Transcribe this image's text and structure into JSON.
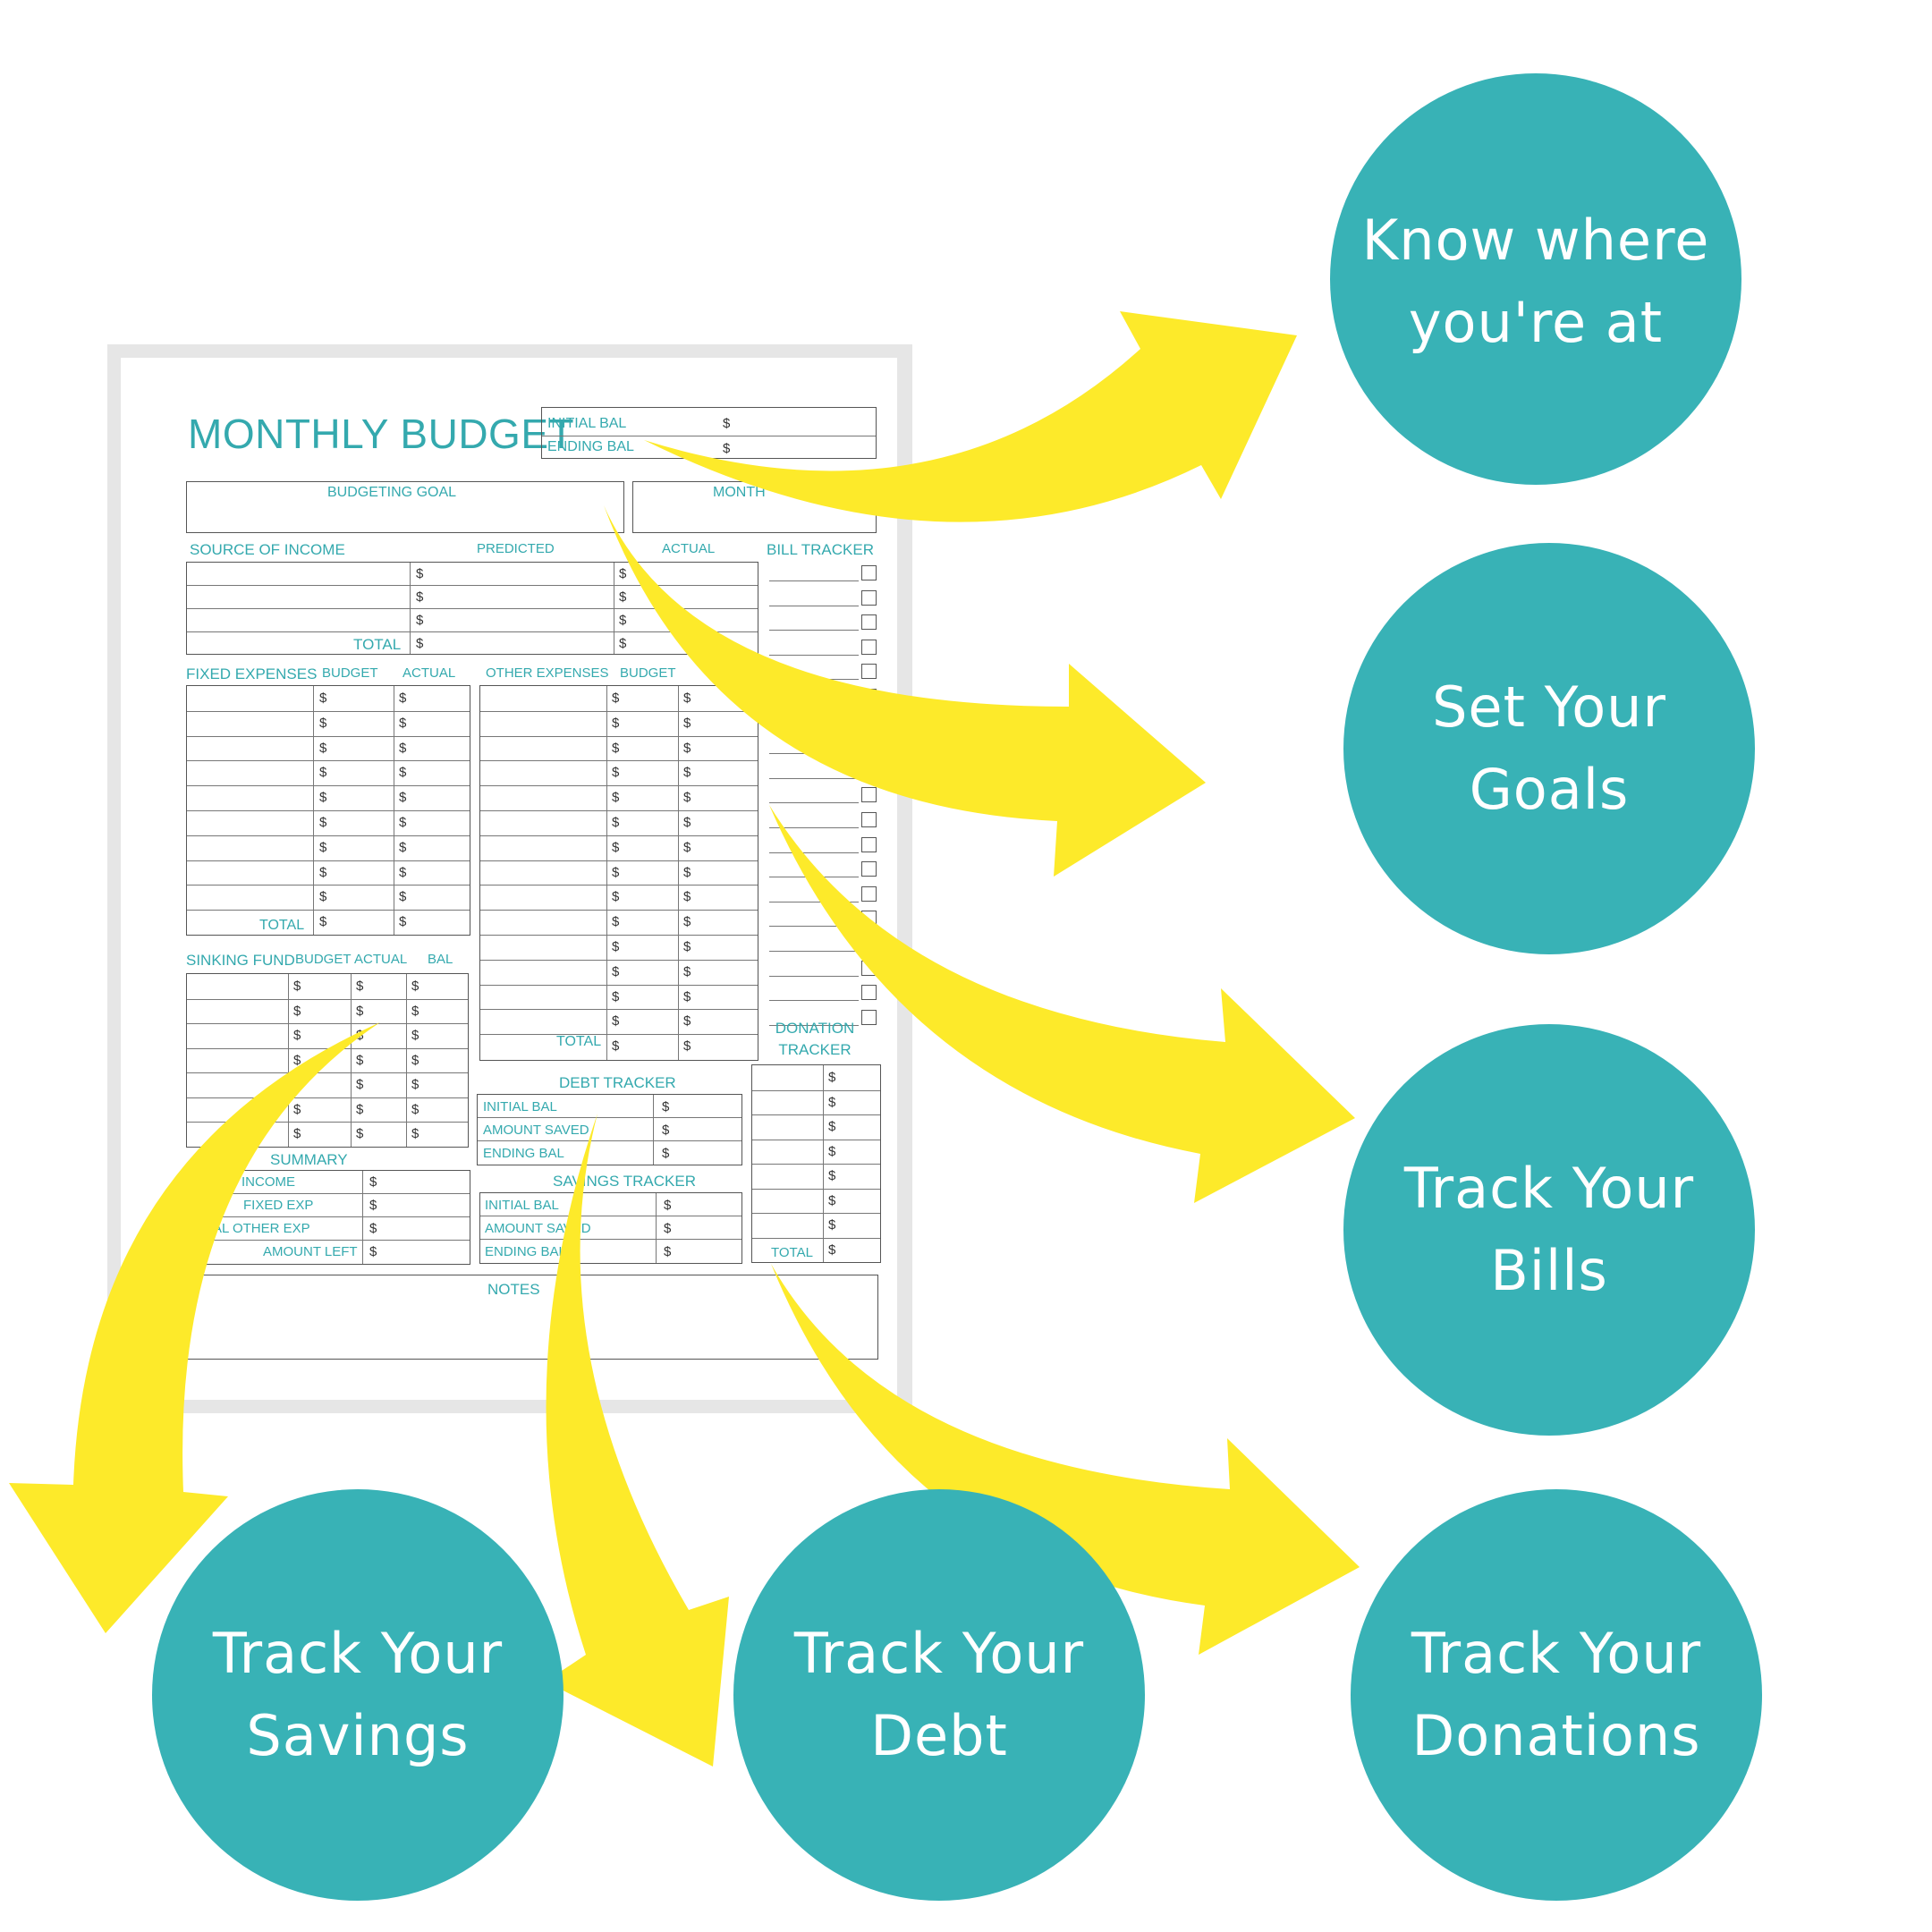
{
  "colors": {
    "teal": "#38b2b6",
    "arrow_yellow": "#fdea2a",
    "sheet_text": "#34a9ae"
  },
  "sheet": {
    "title": "MONTHLY BUDGET",
    "initial_bal": "INITIAL BAL",
    "ending_bal": "ENDING BAL",
    "budgeting_goal": "BUDGETING GOAL",
    "month": "MONTH",
    "source_of_income": "SOURCE OF INCOME",
    "predicted": "PREDICTED",
    "actual": "ACTUAL",
    "bill_tracker": "BILL TRACKER",
    "total": "TOTAL",
    "fixed_expenses": "FIXED EXPENSES",
    "budget": "BUDGET",
    "other_expenses": "OTHER EXPENSES",
    "sinking_fund": "SINKING  FUND",
    "bal": "BAL",
    "donation_tracker": "DONATION\nTRACKER",
    "debt_tracker": "DEBT TRACKER",
    "amount_saved": "AMOUNT SAVED",
    "ending_bal_short": "ENDING BAL",
    "summary": "SUMMARY",
    "income": "INCOME",
    "fixed_exp": "FIXED EXP",
    "other_exp": "AL OTHER EXP",
    "amount_left": "AMOUNT LEFT",
    "savings_tracker": "SAVINGS TRACKER",
    "notes": "NOTES",
    "dollar": "$"
  },
  "features": [
    {
      "id": "know",
      "label": "Know where\nyou're at"
    },
    {
      "id": "goals",
      "label": "Set Your\nGoals"
    },
    {
      "id": "bills",
      "label": "Track Your\nBills"
    },
    {
      "id": "savings",
      "label": "Track Your\nSavings"
    },
    {
      "id": "debt",
      "label": "Track Your\nDebt"
    },
    {
      "id": "donations",
      "label": "Track Your\nDonations"
    }
  ]
}
